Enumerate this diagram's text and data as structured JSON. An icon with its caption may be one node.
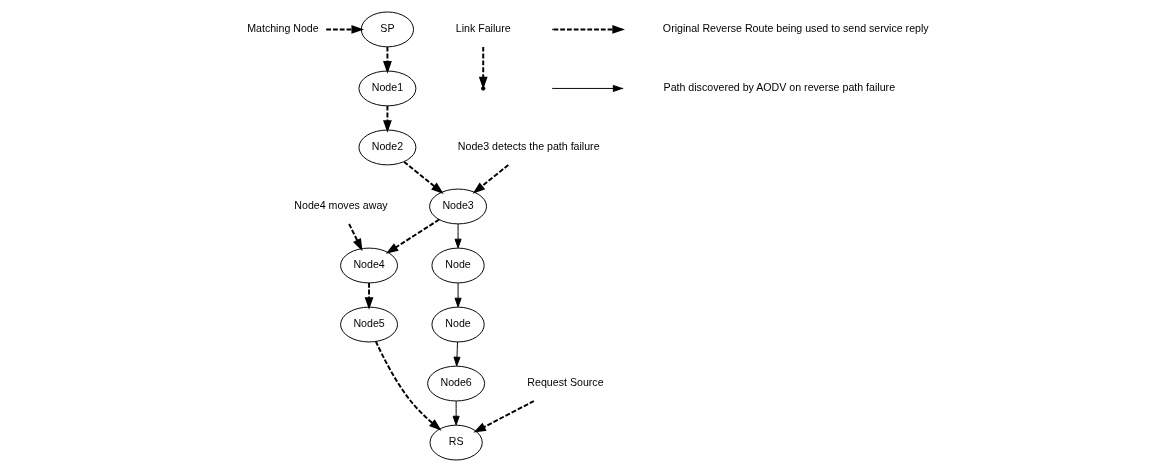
{
  "diagram": {
    "nodes": [
      {
        "text": [
          "SP"
        ]
      },
      {
        "text": [
          "Node1"
        ]
      },
      {
        "text": [
          "Node2"
        ]
      },
      {
        "text": [
          "Node3"
        ]
      },
      {
        "text": [
          "Node4"
        ]
      },
      {
        "text": [
          "Node5"
        ]
      },
      {
        "text": [
          "Node"
        ]
      },
      {
        "text": [
          "Node"
        ]
      },
      {
        "text": [
          "Node6"
        ]
      },
      {
        "text": [
          "RS"
        ]
      },
      {
        "text": [
          "Matching Node"
        ]
      },
      {
        "text": [
          "Node3 detects the path failure"
        ]
      },
      {
        "text": [
          "Link Failure"
        ]
      },
      {
        "text": [
          "Node4 moves away"
        ]
      },
      {
        "text": [
          "Request Source"
        ]
      }
    ],
    "edges": [
      {
        "from": 0,
        "to": 1,
        "arrow": "to",
        "style": "dashed"
      },
      {
        "from": 1,
        "to": 2,
        "arrow": "to",
        "style": "dashed"
      },
      {
        "from": 2,
        "to": 3,
        "arrow": "to",
        "style": "dashed"
      },
      {
        "from": 3,
        "to": 4,
        "arrow": "to",
        "style": "dashed"
      },
      {
        "from": 4,
        "to": 5,
        "arrow": "to",
        "style": "dashed"
      },
      {
        "from": 5,
        "to": 9,
        "arrow": "to",
        "style": "dashed"
      },
      {
        "from": 3,
        "to": 6,
        "arrow": "to"
      },
      {
        "from": 6,
        "to": 7,
        "arrow": "to"
      },
      {
        "from": 7,
        "to": 8,
        "arrow": "to"
      },
      {
        "from": 8,
        "to": 9,
        "arrow": "to"
      },
      {
        "from": 10,
        "to": 0,
        "arrow": "to",
        "style": "dashed"
      },
      {
        "from": 11,
        "to": 3,
        "arrow": "to",
        "style": "dashed"
      },
      {
        "from": 12,
        "to": null,
        "arrow": "to",
        "style": "dashed"
      },
      {
        "from": 13,
        "to": 4,
        "arrow": "to",
        "style": "dashed"
      },
      {
        "from": 14,
        "to": 9,
        "arrow": "to",
        "style": "dashed"
      }
    ],
    "legend": [
      {
        "text": "Original Reverse Route being used to send service reply"
      },
      {
        "text": "Path discovered by AODV on reverse path failure"
      }
    ]
  }
}
